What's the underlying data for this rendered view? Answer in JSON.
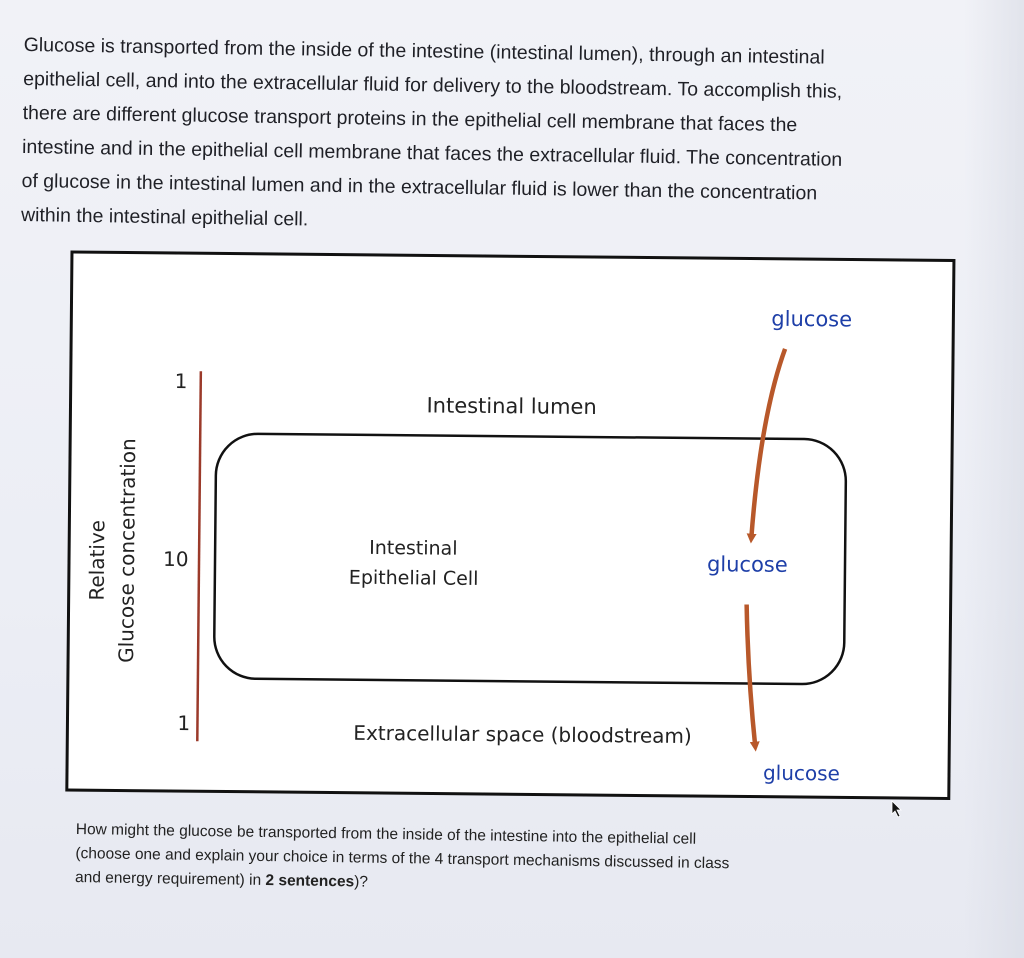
{
  "intro": {
    "lines": [
      "Glucose is transported from the inside of the intestine (intestinal lumen), through an intestinal",
      "epithelial cell, and into the extracellular fluid for delivery to the bloodstream. To accomplish this,",
      "there are different glucose transport proteins in the epithelial cell membrane that faces the",
      "intestine and in the epithelial cell membrane that faces the extracellular fluid.  The concentration",
      "of glucose in the intestinal lumen and in the extracellular fluid is lower than the concentration",
      "within the intestinal epithelial cell."
    ]
  },
  "diagram": {
    "axis_label_line1": "Relative",
    "axis_label_line2": "Glucose concentration",
    "scale_top": "1",
    "scale_middle": "10",
    "scale_bottom": "1",
    "lumen_label": "Intestinal lumen",
    "cell_label_line1": "Intestinal",
    "cell_label_line2": "Epithelial Cell",
    "extracellular_label": "Extracellular space (bloodstream)",
    "glucose_top": "glucose",
    "glucose_middle": "glucose",
    "glucose_bottom": "glucose",
    "colors": {
      "arrow": "#b8582a",
      "scale_line": "#9b3a2a",
      "glucose_text": "#1e3fa8"
    }
  },
  "question": {
    "text_1": "How might the glucose be transported from the inside of the intestine into the epithelial cell",
    "text_2": "(choose one and explain your choice in terms of the 4 transport mechanisms discussed in class",
    "text_3_pre": "and energy requirement) in ",
    "text_3_bold": "2 sentences",
    "text_3_post": ")?"
  }
}
